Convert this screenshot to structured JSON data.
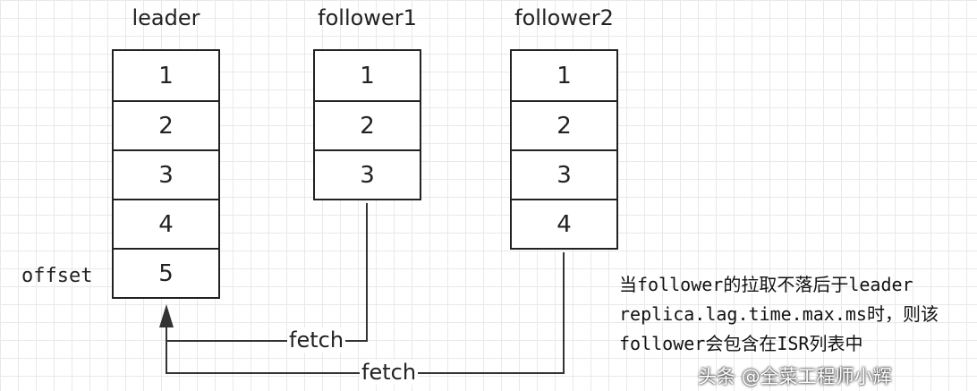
{
  "columns": [
    {
      "title": "leader",
      "cells": [
        "1",
        "2",
        "3",
        "4",
        "5"
      ]
    },
    {
      "title": "follower1",
      "cells": [
        "1",
        "2",
        "3"
      ]
    },
    {
      "title": "follower2",
      "cells": [
        "1",
        "2",
        "3",
        "4"
      ]
    }
  ],
  "offset_label": "offset",
  "fetch_labels": [
    "fetch",
    "fetch"
  ],
  "note_lines": [
    "当follower的拉取不落后于leader",
    "replica.lag.time.max.ms时，则该",
    "follower会包含在ISR列表中"
  ],
  "watermark": "头条 @全菜工程师小辉"
}
